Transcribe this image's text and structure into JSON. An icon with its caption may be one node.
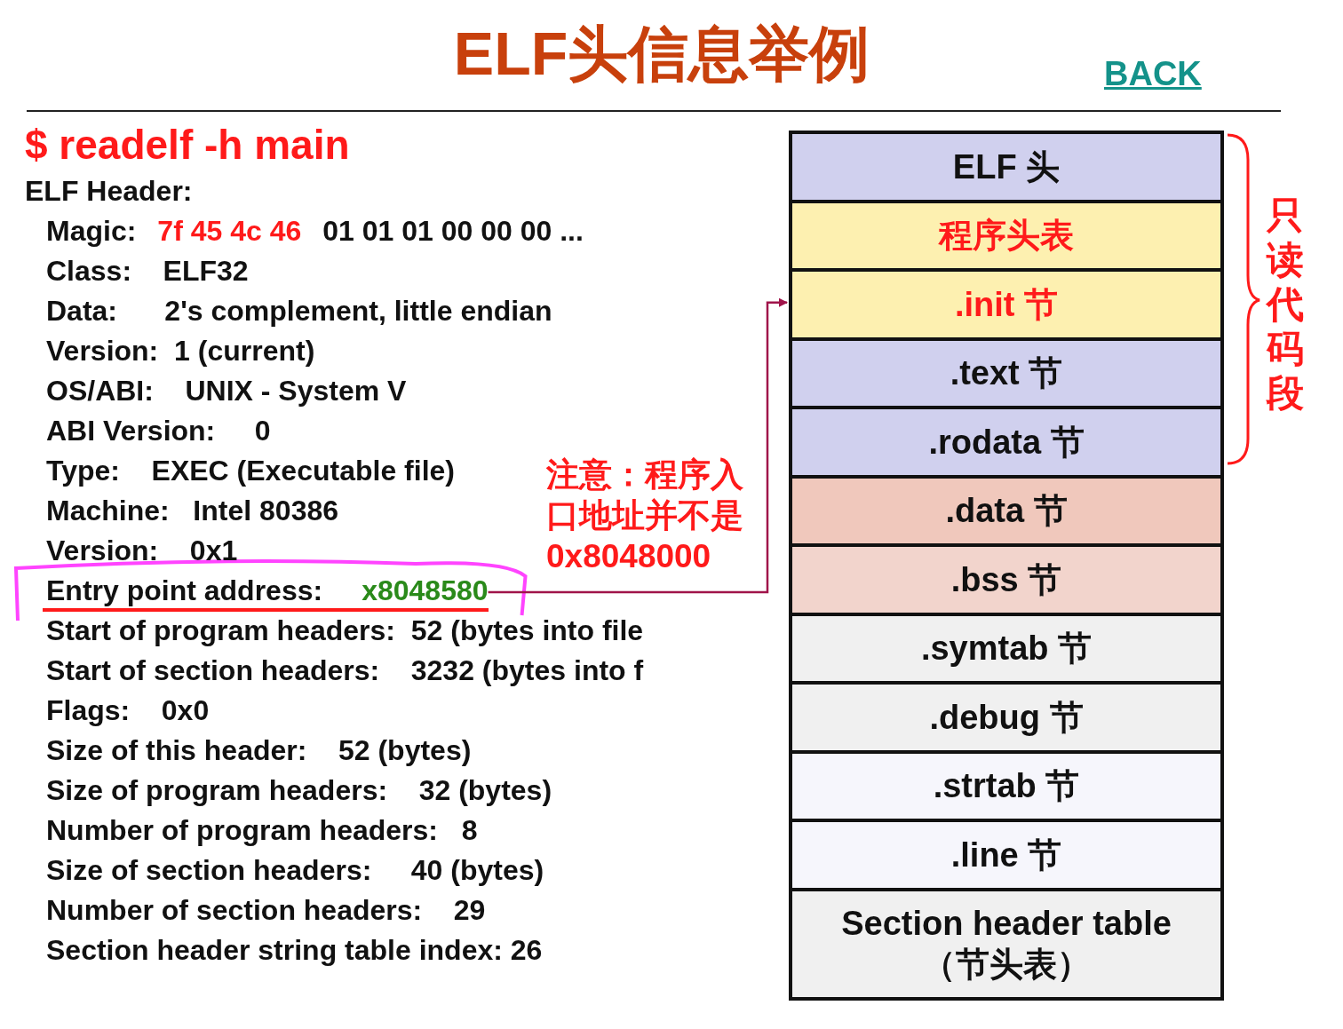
{
  "diagram": {
    "title": "ELF头信息举例",
    "nodes": [
      {
        "text": [
          "Entry point address:",
          "x8048580"
        ]
      },
      {
        "text": [
          "ELF 头"
        ]
      },
      {
        "text": [
          "程序头表"
        ]
      },
      {
        "text": [
          ".init 节"
        ]
      },
      {
        "text": [
          ".text 节"
        ]
      },
      {
        "text": [
          ".rodata 节"
        ]
      },
      {
        "text": [
          ".data 节"
        ]
      },
      {
        "text": [
          ".bss 节"
        ]
      },
      {
        "text": [
          ".symtab 节"
        ]
      },
      {
        "text": [
          ".debug 节"
        ]
      },
      {
        "text": [
          ".strtab 节"
        ]
      },
      {
        "text": [
          ".line 节"
        ]
      },
      {
        "text": [
          "Section header table （节头表）"
        ]
      }
    ],
    "edges": [
      {
        "from": 0,
        "to": 3,
        "arrow": "to"
      }
    ],
    "labels": [
      "BACK",
      "$ readelf -h main",
      "ELF Header:",
      "Magic:",
      "7f 45 4c 46",
      "01 01 01 00 00 00 ...",
      "Class:    ELF32",
      "Data:      2's complement, little endian",
      "Version:  1 (current)",
      "OS/ABI:    UNIX - System V",
      "ABI Version:     0",
      "Type:    EXEC (Executable file)",
      "Machine:   Intel 80386",
      "Version:    0x1",
      "Start of program headers:  52 (bytes into file",
      "Start of section headers:    3232 (bytes into f",
      "Flags:    0x0",
      "Size of this header:    52 (bytes)",
      "Size of program headers:    32 (bytes)",
      "Number of program headers:   8",
      "Size of section headers:     40 (bytes)",
      "Number of section headers:    29",
      "Section header string table index: 26",
      "注意：程序入口地址并不是0x8048000",
      "只读代码段"
    ]
  }
}
